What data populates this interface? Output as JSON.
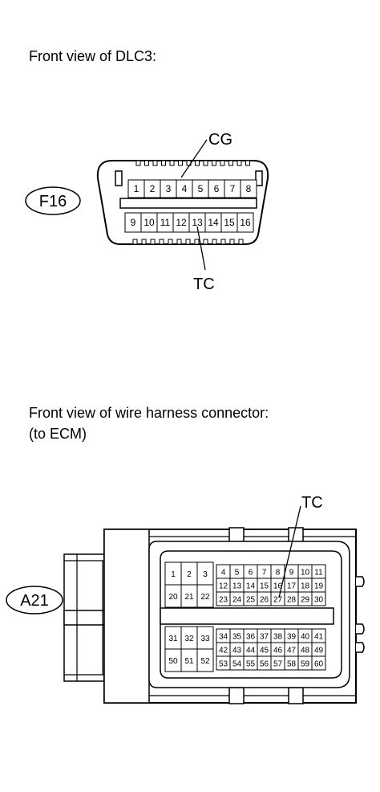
{
  "dlc3": {
    "caption": "Front view of DLC3:",
    "connector_id": "F16",
    "callout_top": "CG",
    "callout_bottom": "TC",
    "top_row": [
      "1",
      "2",
      "3",
      "4",
      "5",
      "6",
      "7",
      "8"
    ],
    "bottom_row": [
      "9",
      "10",
      "11",
      "12",
      "13",
      "14",
      "15",
      "16"
    ]
  },
  "ecm": {
    "caption_line1": "Front view of wire harness connector:",
    "caption_line2": "(to ECM)",
    "connector_id": "A21",
    "callout": "TC",
    "left_upper": [
      [
        "1",
        "2",
        "3"
      ],
      [
        "20",
        "21",
        "22"
      ]
    ],
    "left_lower": [
      [
        "31",
        "32",
        "33"
      ],
      [
        "50",
        "51",
        "52"
      ]
    ],
    "right_upper": [
      [
        "4",
        "5",
        "6",
        "7",
        "8",
        "9",
        "10",
        "11"
      ],
      [
        "12",
        "13",
        "14",
        "15",
        "16",
        "17",
        "18",
        "19"
      ],
      [
        "23",
        "24",
        "25",
        "26",
        "27",
        "28",
        "29",
        "30"
      ]
    ],
    "right_lower": [
      [
        "34",
        "35",
        "36",
        "37",
        "38",
        "39",
        "40",
        "41"
      ],
      [
        "42",
        "43",
        "44",
        "45",
        "46",
        "47",
        "48",
        "49"
      ],
      [
        "53",
        "54",
        "55",
        "56",
        "57",
        "58",
        "59",
        "60"
      ]
    ]
  }
}
